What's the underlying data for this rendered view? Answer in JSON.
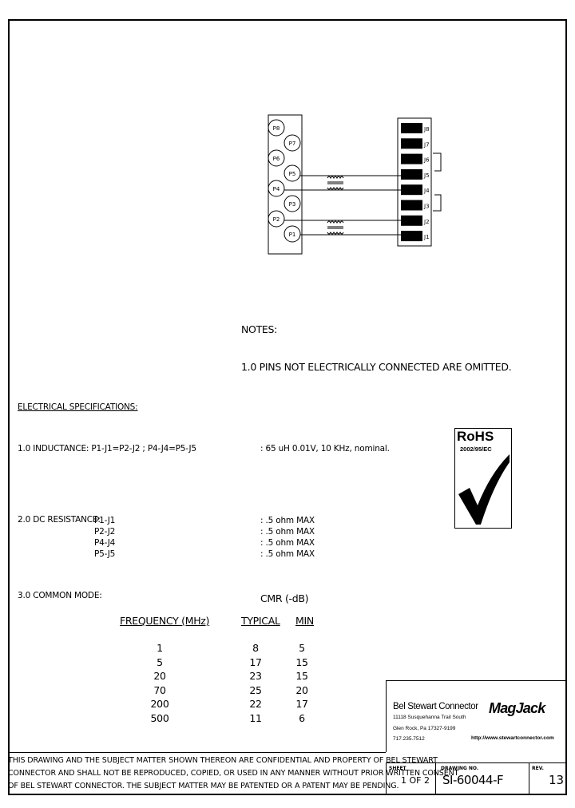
{
  "schematic": {
    "plug_pins": [
      "P8",
      "P7",
      "P6",
      "P5",
      "P4",
      "P3",
      "P2",
      "P1"
    ],
    "jack_pins": [
      "J8",
      "J7",
      "J6",
      "J5",
      "J4",
      "J3",
      "J2",
      "J1"
    ]
  },
  "notes": {
    "heading": "NOTES:",
    "item": "1.0  PINS NOT ELECTRICALLY CONNECTED ARE OMITTED."
  },
  "specs": {
    "heading": "ELECTRICAL SPECIFICATIONS:",
    "inductance": {
      "label": "1.0  INDUCTANCE:  P1-J1=P2-J2 ; P4-J4=P5-J5",
      "value": ": 65 uH 0.01V, 10 KHz, nominal."
    },
    "dc_resistance": {
      "label": "2.0  DC RESISTANCE:",
      "rows": [
        {
          "pins": "P1-J1",
          "value": ": .5 ohm MAX"
        },
        {
          "pins": "P2-J2",
          "value": ": .5 ohm MAX"
        },
        {
          "pins": "P4-J4",
          "value": ": .5 ohm MAX"
        },
        {
          "pins": "P5-J5",
          "value": ": .5 ohm MAX"
        }
      ]
    },
    "common_mode": {
      "label": "3.0  COMMON MODE:",
      "group_header": "CMR (-dB)",
      "headers": [
        "FREQUENCY (MHz)",
        "TYPICAL",
        "MIN"
      ],
      "rows": [
        [
          "1",
          "8",
          "5"
        ],
        [
          "5",
          "17",
          "15"
        ],
        [
          "20",
          "23",
          "15"
        ],
        [
          "70",
          "25",
          "20"
        ],
        [
          "200",
          "22",
          "17"
        ],
        [
          "500",
          "11",
          "6"
        ]
      ]
    }
  },
  "rohs": {
    "title": "RoHS",
    "subtitle": "2002/95/EC"
  },
  "company": {
    "name": "Bel Stewart Connector",
    "address1": "11118 Susquehanna Trail South",
    "address2": "Glen Rock, Pa 17327-9199",
    "phone": "717.235.7512",
    "brand": "MagJack",
    "website": "http://www.stewartconnector.com"
  },
  "confidentiality": {
    "line1": "THIS DRAWING AND THE SUBJECT MATTER SHOWN THEREON ARE CONFIDENTIAL AND PROPERTY OF BEL STEWART",
    "line2": "CONNECTOR AND SHALL NOT BE REPRODUCED, COPIED, OR USED IN ANY MANNER WITHOUT PRIOR WRITTEN CONSENT",
    "line3": "OF BEL STEWART CONNECTOR.  THE SUBJECT MATTER MAY BE PATENTED OR A PATENT MAY BE PENDING."
  },
  "title_block": {
    "sheet_label": "SHEET",
    "sheet_value": "1 OF 2",
    "drawing_no_label": "DRAWING NO.",
    "drawing_no": "SI-60044-F",
    "rev_label": "REV.",
    "rev": "13"
  }
}
